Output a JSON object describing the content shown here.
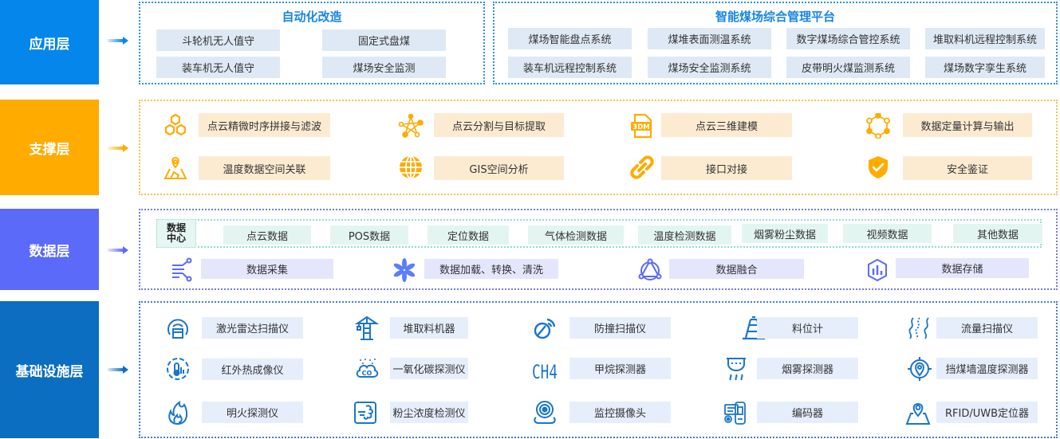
{
  "colors": {
    "application": "#0586ea",
    "support": "#ffab00",
    "data": "#5b6af9",
    "infrastructure": "#0b6ec0",
    "data_center_border": "#8fdccc"
  },
  "layers": {
    "application": {
      "label": "应用层",
      "groups": [
        {
          "title": "自动化改造",
          "items": [
            "斗轮机无人值守",
            "固定式盘煤",
            "装车机无人值守",
            "煤场安全监测"
          ]
        },
        {
          "title": "智能煤场综合管理平台",
          "items": [
            "煤场智能盘点系统",
            "煤堆表面测温系统",
            "数字煤场综合管控系统",
            "堆取料机远程控制系统",
            "装车机远程控制系统",
            "煤场安全监测系统",
            "皮带明火煤监测系统",
            "煤场数字孪生系统"
          ]
        }
      ]
    },
    "support": {
      "label": "支撑层",
      "items": [
        {
          "icon": "hexagon-cluster-icon",
          "label": "点云精微时序拼接与滤波"
        },
        {
          "icon": "network-nodes-icon",
          "label": "点云分割与目标提取"
        },
        {
          "icon": "3dm-file-icon",
          "label": "点云三维建模",
          "icon_text": "3DM"
        },
        {
          "icon": "ring-nodes-icon",
          "label": "数据定量计算与输出"
        },
        {
          "icon": "map-pin-icon",
          "label": "温度数据空间关联"
        },
        {
          "icon": "globe-icon",
          "label": "GIS空间分析"
        },
        {
          "icon": "link-icon",
          "label": "接口对接"
        },
        {
          "icon": "shield-check-icon",
          "label": "安全鉴证"
        }
      ]
    },
    "data": {
      "label": "数据层",
      "center_label": "数据中心",
      "center_line1": "数据",
      "center_line2": "中心",
      "data_items": [
        "点云数据",
        "POS数据",
        "定位数据",
        "气体检测数据",
        "温度检测数据",
        "烟雾粉尘数据",
        "视频数据",
        "其他数据"
      ],
      "process_items": [
        {
          "icon": "data-collect-icon",
          "label": "数据采集"
        },
        {
          "icon": "snowflake-icon",
          "label": "数据加载、转换、清洗"
        },
        {
          "icon": "fusion-triangle-icon",
          "label": "数据融合"
        },
        {
          "icon": "storage-chart-icon",
          "label": "数据存储"
        }
      ]
    },
    "infrastructure": {
      "label": "基础设施层",
      "items": [
        {
          "icon": "lidar-scanner-icon",
          "label": "激光雷达扫描仪"
        },
        {
          "icon": "stacker-crane-icon",
          "label": "堆取料机器"
        },
        {
          "icon": "anti-collision-radar-icon",
          "label": "防撞扫描仪"
        },
        {
          "icon": "level-gauge-icon",
          "label": "料位计"
        },
        {
          "icon": "flow-wave-icon",
          "label": "流量扫描仪"
        },
        {
          "icon": "thermal-camera-icon",
          "label": "红外热成像仪"
        },
        {
          "icon": "co-cloud-icon",
          "label": "一氧化碳探测仪",
          "icon_text": "CO"
        },
        {
          "icon": "ch4-icon",
          "label": "甲烷探测器",
          "icon_text": "CH4"
        },
        {
          "icon": "smoke-detector-icon",
          "label": "烟雾探测器"
        },
        {
          "icon": "target-pin-icon",
          "label": "挡煤墙温度探测器"
        },
        {
          "icon": "flame-icon",
          "label": "明火探测仪"
        },
        {
          "icon": "dust-sensor-icon",
          "label": "粉尘浓度检测仪"
        },
        {
          "icon": "webcam-icon",
          "label": "监控摄像头"
        },
        {
          "icon": "encoder-device-icon",
          "label": "编码器"
        },
        {
          "icon": "location-map-icon",
          "label": "RFID/UWB定位器"
        }
      ]
    }
  }
}
